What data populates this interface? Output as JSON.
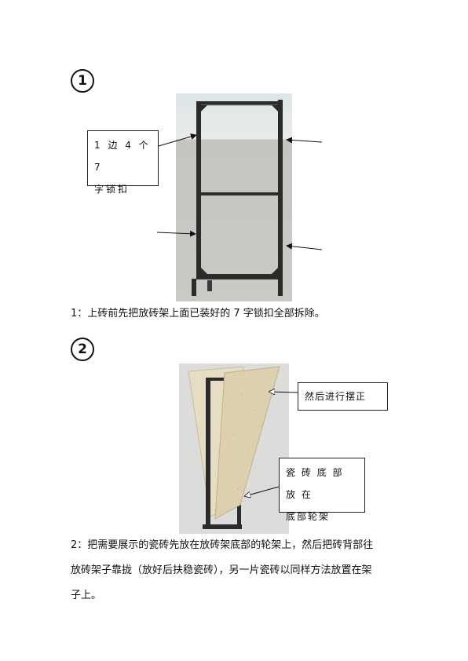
{
  "step1": {
    "number": "1",
    "callout": [
      "1 边 4 个 7",
      "字锁扣"
    ],
    "caption": "1：上砖前先把放砖架上面已装好的 7 字锁扣全部拆除。"
  },
  "step2": {
    "number": "2",
    "callout_top": "然后进行摆正",
    "callout_bottom": [
      "瓷 砖 底 部 放 在",
      "底部轮架"
    ],
    "caption": [
      "2：把需要展示的瓷砖先放在放砖架底部的轮架上，然后把砖背部往",
      "放砖架子靠拢（放好后扶稳瓷砖），另一片瓷砖以同样方法放置在架",
      "子上。"
    ]
  },
  "colors": {
    "frame": "#2a2a2a",
    "sky": "#e6eaea",
    "ground": "#c6c7c3",
    "tile": "#ddd2b2",
    "tile_back": "#e9e2c8"
  },
  "icons": [
    "circled-one-icon",
    "circled-two-icon",
    "arrow-icon"
  ]
}
